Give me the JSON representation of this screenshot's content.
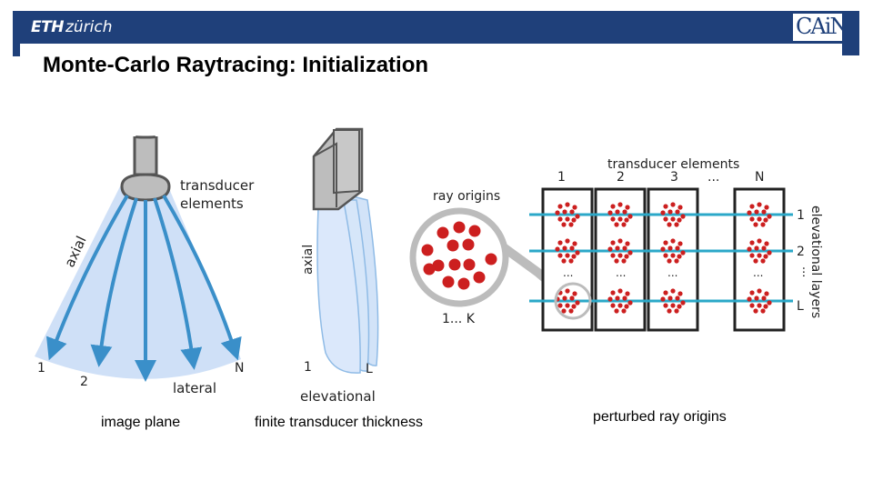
{
  "header": {
    "logo_bold": "ETH",
    "logo_light": "zürich",
    "partner_logo": "CAiN",
    "accent_color": "#1f407a"
  },
  "slide": {
    "title": "Monte-Carlo Raytracing: Initialization"
  },
  "image_plane": {
    "transducer_label_line1": "transducer",
    "transducer_label_line2": "elements",
    "axial_label": "axial",
    "lateral_label": "lateral",
    "element_first": "1",
    "element_second": "2",
    "element_last": "N",
    "caption": "image plane"
  },
  "thickness": {
    "axial_label": "axial",
    "elevational_label": "elevational",
    "layer_first": "1",
    "layer_last": "L",
    "caption": "finite transducer thickness"
  },
  "perturbed": {
    "transducer_elements_label": "transducer elements",
    "ray_origins_label": "ray origins",
    "elevational_layers_label": "elevational layers",
    "range_label": "1... K",
    "columns": [
      "1",
      "2",
      "3",
      "...",
      "N"
    ],
    "rows": [
      "1",
      "2",
      "...",
      "L"
    ],
    "ellipsis": "...",
    "caption": "perturbed ray origins",
    "dot_color": "#cc1f1f",
    "line_color": "#2ba8c8"
  }
}
